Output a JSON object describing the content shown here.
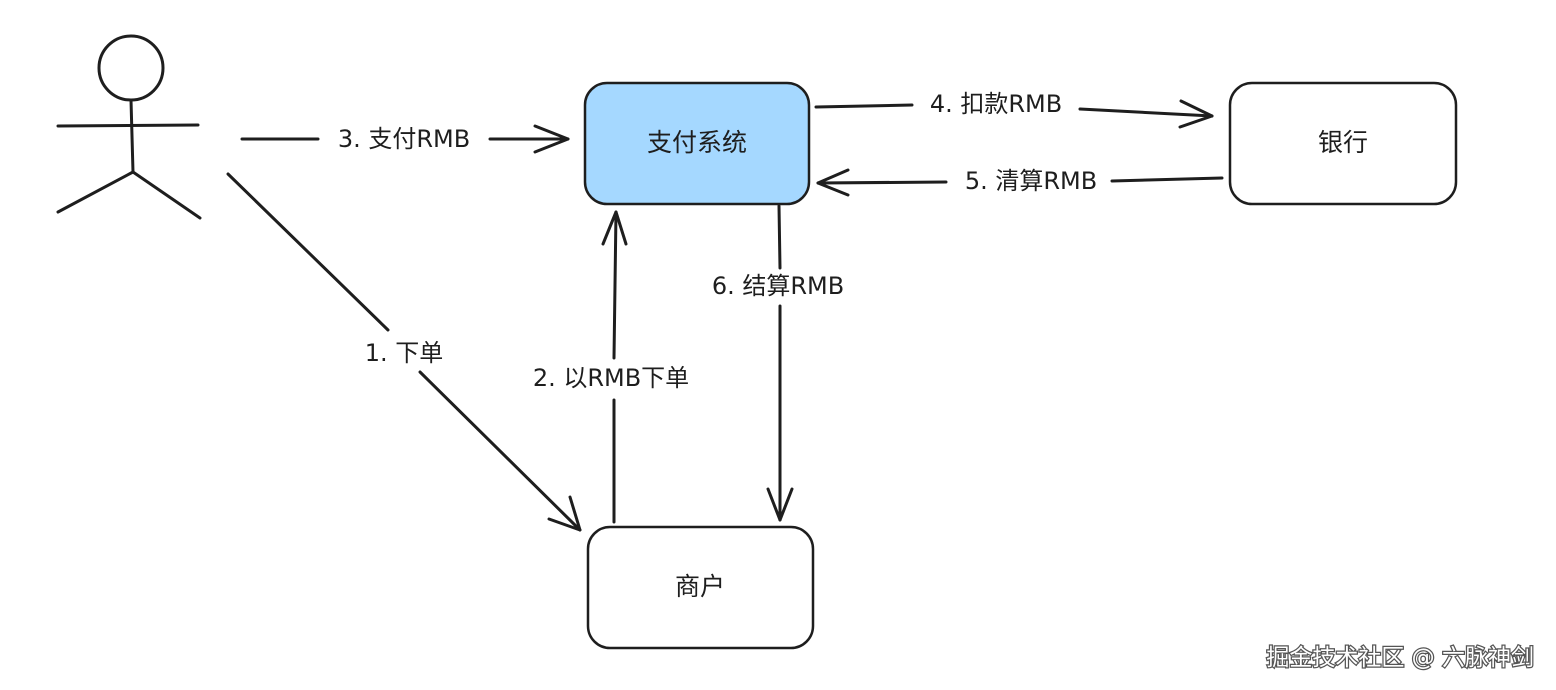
{
  "diagram": {
    "nodes": {
      "payment_system": {
        "label": "支付系统",
        "fill": "#a5d8ff"
      },
      "bank": {
        "label": "银行",
        "fill": "#ffffff"
      },
      "merchant": {
        "label": "商户",
        "fill": "#ffffff"
      },
      "user": {
        "label": ""
      }
    },
    "edges": {
      "order": "1. 下单",
      "order_rmb": "2. 以RMB下单",
      "pay_rmb": "3. 支付RMB",
      "deduct_rmb": "4. 扣款RMB",
      "clear_rmb": "5. 清算RMB",
      "settle_rmb": "6. 结算RMB"
    }
  },
  "watermark": "掘金技术社区 @ 六脉神剑"
}
